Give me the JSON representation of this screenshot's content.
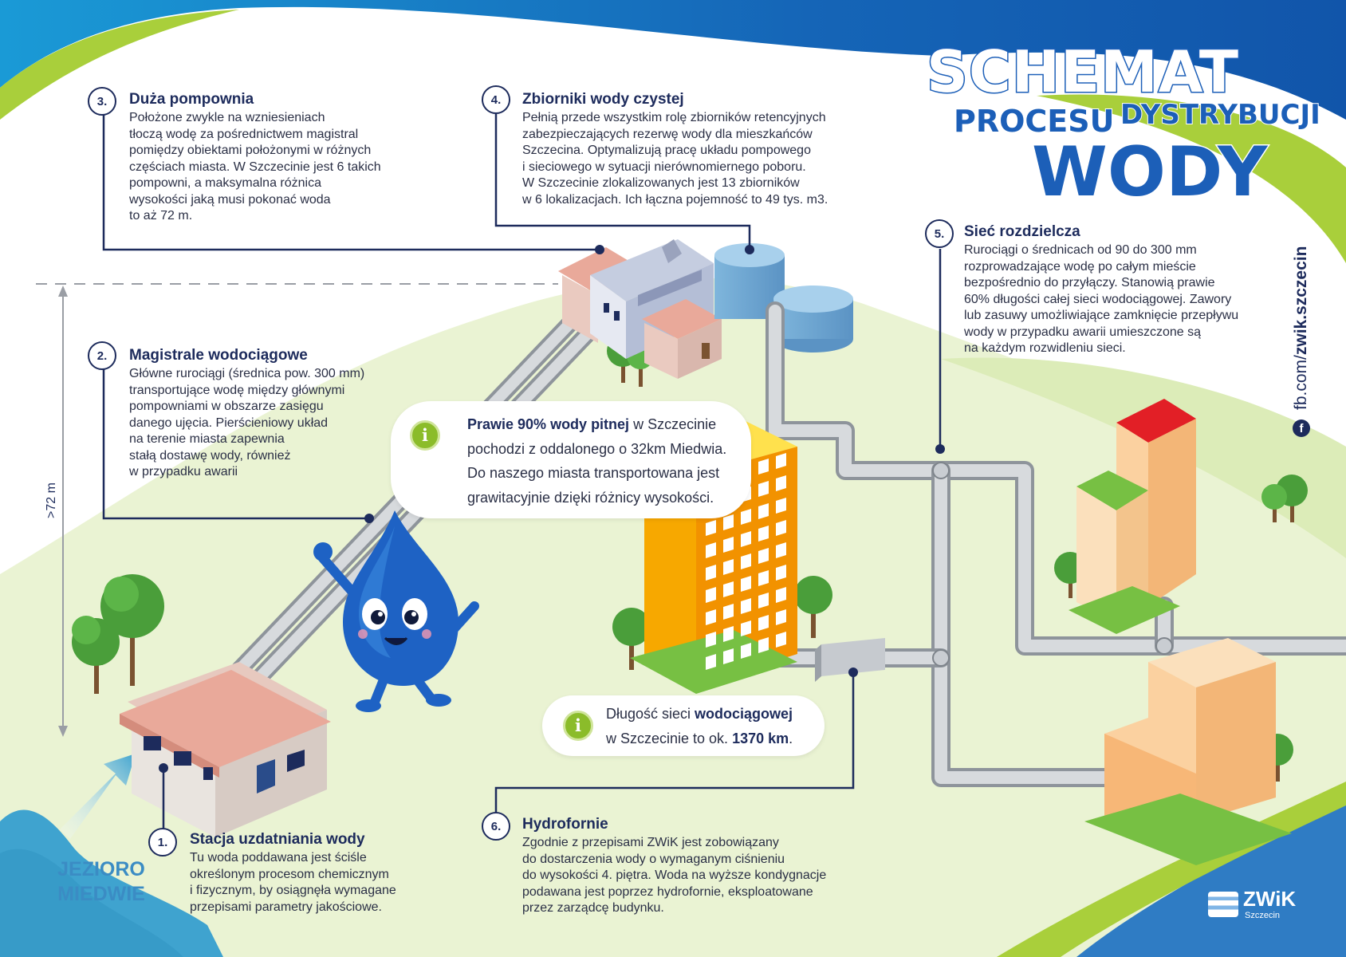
{
  "title": {
    "line1": "SCHEMAT",
    "line2a": "PROCESU",
    "line2b": "DYSTRYBUCJI",
    "line3": "WODY"
  },
  "social": {
    "prefix": "fb.com/",
    "handle": "zwik.szczecin",
    "icon": "facebook-icon"
  },
  "height_label": ">72 m",
  "lake_label": {
    "line1": "JEZIORO",
    "line2": "MIEDWIE"
  },
  "steps": [
    {
      "num": "1",
      "title": "Stacja uzdatniania wody",
      "body": "Tu woda poddawana jest ściśle\nokreślonym procesom chemicznym\ni fizycznym, by osiągnęła wymagane\nprzepisami parametry jakościowe."
    },
    {
      "num": "2",
      "title": "Magistrale wodociągowe",
      "body": "Główne rurociągi (średnica pow. 300 mm)\ntransportujące wodę między głównymi\npompowniami w obszarze zasięgu\ndanego ujęcia. Pierścieniowy układ\nna terenie miasta zapewnia\nstałą dostawę wody, również\nw przypadku awarii"
    },
    {
      "num": "3",
      "title": "Duża pompownia",
      "body": "Położone zwykle na wzniesieniach\ntłoczą wodę za pośrednictwem magistral\npomiędzy obiektami położonymi w różnych\nczęściach miasta. W Szczecinie jest 6 takich\npompowni, a maksymalna różnica\nwysokości jaką musi pokonać woda\nto aż 72 m."
    },
    {
      "num": "4",
      "title": "Zbiorniki wody czystej",
      "body": "Pełnią przede wszystkim rolę zbiorników retencyjnych\nzabezpieczających rezerwę wody dla mieszkańców\nSzczecina. Optymalizują pracę układu pompowego\ni sieciowego w sytuacji nierównomiernego poboru.\nW Szczecinie zlokalizowanych jest 13 zbiorników\nw 6 lokalizacjach. Ich łączna pojemność to 49 tys. m3."
    },
    {
      "num": "5",
      "title": "Sieć rozdzielcza",
      "body": "Rurociągi o średnicach od 90 do 300 mm\nrozprowadzające wodę po całym mieście\nbezpośrednio do przyłączy. Stanowią prawie\n60% długości całej sieci wodociągowej. Zawory\nlub zasuwy umożliwiające zamknięcie przepływu\nwody w przypadku awarii umieszczone są\nna każdym rozwidleniu sieci."
    },
    {
      "num": "6",
      "title": "Hydrofornie",
      "body": "Zgodnie z przepisami ZWiK jest zobowiązany\ndo dostarczenia wody o wymaganym ciśnieniu\ndo wysokości 4. piętra. Woda na wyższe kondygnacje\npodawana jest poprzez hydrofornie, eksploatowane\nprzez zarządcę budynku."
    }
  ],
  "callout1": {
    "bold": "Prawie 90% wody pitnej",
    "t1": " w Szczecinie",
    "l2": "pochodzi z oddalonego o 32km Miedwia.",
    "l3": "Do naszego miasta transportowana jest",
    "l4": "grawitacyjnie dzięki różnicy wysokości."
  },
  "callout2": {
    "t1": "Długość sieci ",
    "bold1": "wodociągowej",
    "t2": "w Szczecinie to ok. ",
    "bold2": "1370 km",
    "t3": "."
  },
  "logo": {
    "name": "ZWiK",
    "city": "Szczecin"
  },
  "colors": {
    "navy": "#1d2b5c",
    "blue": "#1c5fb8",
    "green": "#8bbc2a",
    "meadow": "#e9f3d0",
    "lake": "#3fa3cf"
  }
}
